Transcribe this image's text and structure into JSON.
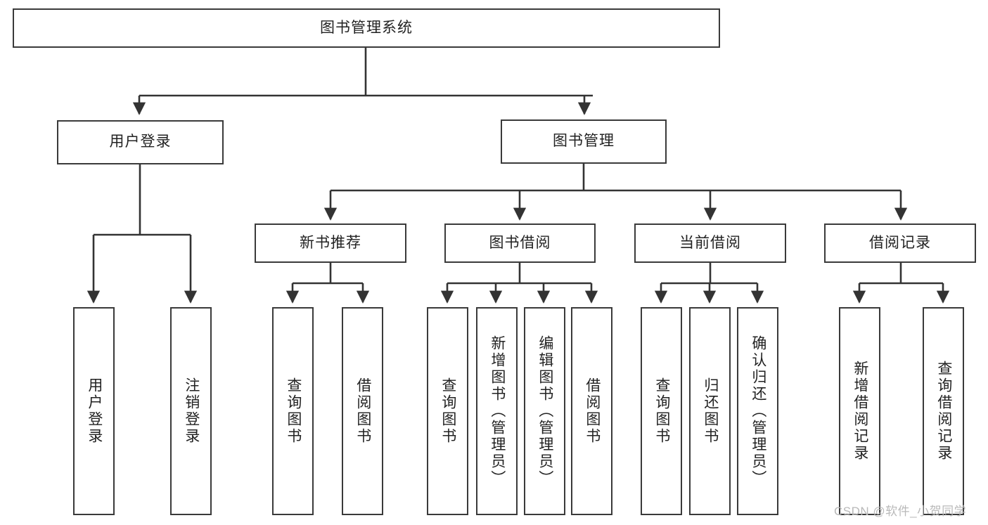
{
  "diagram": {
    "title": "图书管理系统",
    "type": "tree-hierarchy-chart",
    "watermark": "CSDN @软件_小贺同学",
    "colors": {
      "background": "#ffffff",
      "node_border": "#3a3a3a",
      "node_fill": "#ffffff",
      "text": "#222222",
      "connector": "#333333",
      "watermark": "#b9b9b9"
    },
    "root": {
      "label": "图书管理系统"
    },
    "level1": [
      {
        "id": "user-login",
        "label": "用户登录"
      },
      {
        "id": "book-manage",
        "label": "图书管理"
      }
    ],
    "level2": [
      {
        "id": "new-book-recommend",
        "label": "新书推荐",
        "parent": "book-manage"
      },
      {
        "id": "book-borrow",
        "label": "图书借阅",
        "parent": "book-manage"
      },
      {
        "id": "current-borrow",
        "label": "当前借阅",
        "parent": "book-manage"
      },
      {
        "id": "borrow-record",
        "label": "借阅记录",
        "parent": "book-manage"
      }
    ],
    "leaves": [
      {
        "id": "leaf-user-login",
        "label": "用户登录",
        "parent": "user-login"
      },
      {
        "id": "leaf-logout-login",
        "label": "注销登录",
        "parent": "user-login"
      },
      {
        "id": "leaf-query-book-1",
        "label": "查询图书",
        "parent": "new-book-recommend"
      },
      {
        "id": "leaf-borrow-book-1",
        "label": "借阅图书",
        "parent": "new-book-recommend"
      },
      {
        "id": "leaf-query-book-2",
        "label": "查询图书",
        "parent": "book-borrow"
      },
      {
        "id": "leaf-add-book",
        "label": "新增图书（管理员）",
        "parent": "book-borrow"
      },
      {
        "id": "leaf-edit-book",
        "label": "编辑图书（管理员）",
        "parent": "book-borrow"
      },
      {
        "id": "leaf-borrow-book-2",
        "label": "借阅图书",
        "parent": "book-borrow"
      },
      {
        "id": "leaf-query-book-3",
        "label": "查询图书",
        "parent": "current-borrow"
      },
      {
        "id": "leaf-return-book",
        "label": "归还图书",
        "parent": "current-borrow"
      },
      {
        "id": "leaf-confirm-return",
        "label": "确认归还（管理员）",
        "parent": "current-borrow"
      },
      {
        "id": "leaf-add-record",
        "label": "新增借阅记录",
        "parent": "borrow-record"
      },
      {
        "id": "leaf-query-record",
        "label": "查询借阅记录",
        "parent": "borrow-record"
      }
    ]
  }
}
